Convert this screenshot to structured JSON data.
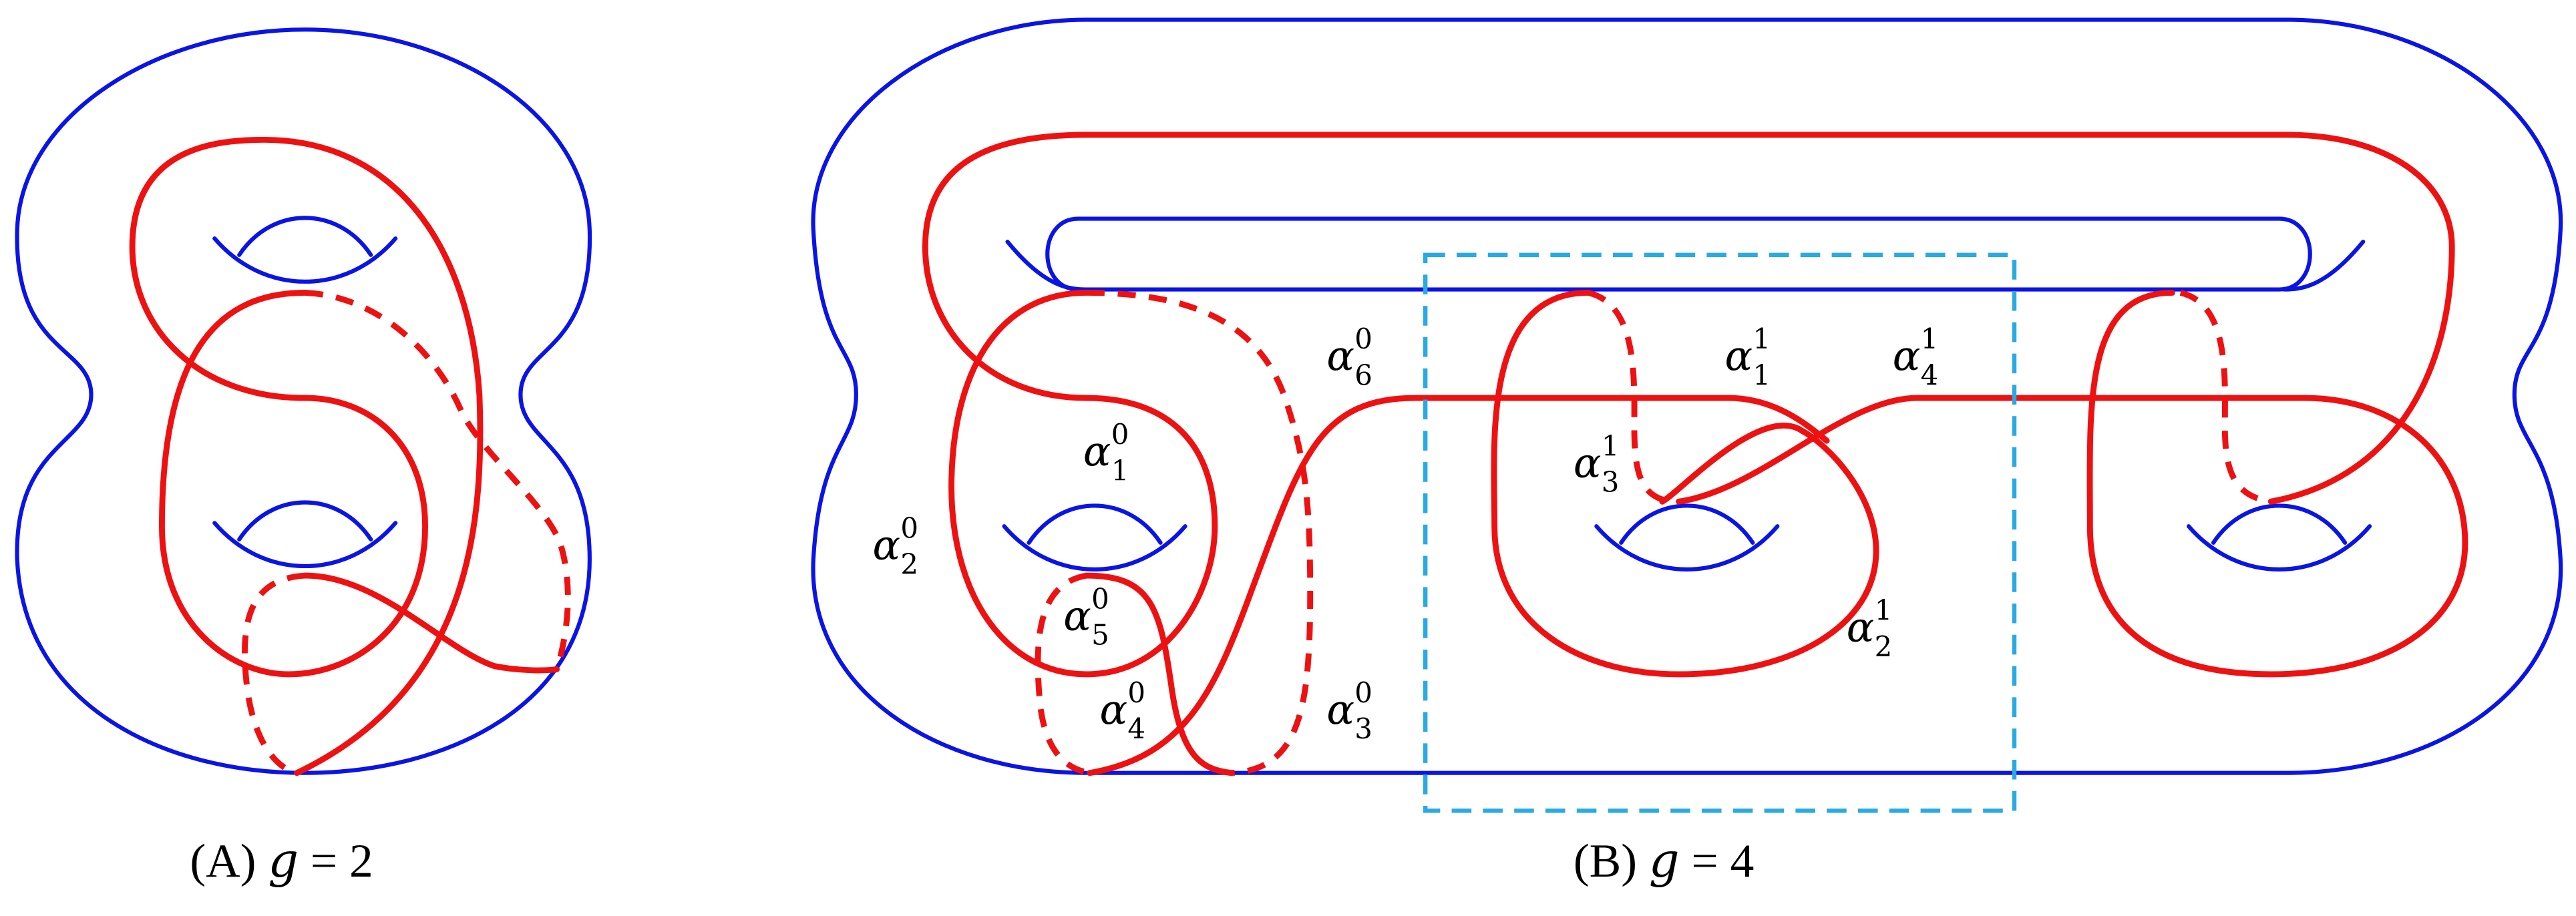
{
  "captions": {
    "a": {
      "prefix": "(A) ",
      "variable": "g",
      "rest": " = 2"
    },
    "b": {
      "prefix": "(B) ",
      "variable": "g",
      "rest": " = 4"
    }
  },
  "curve_labels": [
    {
      "base": "α",
      "sup": "0",
      "sub": "1"
    },
    {
      "base": "α",
      "sup": "0",
      "sub": "2"
    },
    {
      "base": "α",
      "sup": "0",
      "sub": "3"
    },
    {
      "base": "α",
      "sup": "0",
      "sub": "4"
    },
    {
      "base": "α",
      "sup": "0",
      "sub": "5"
    },
    {
      "base": "α",
      "sup": "0",
      "sub": "6"
    },
    {
      "base": "α",
      "sup": "1",
      "sub": "1"
    },
    {
      "base": "α",
      "sup": "1",
      "sub": "2"
    },
    {
      "base": "α",
      "sup": "1",
      "sub": "3"
    },
    {
      "base": "α",
      "sup": "1",
      "sub": "4"
    }
  ],
  "colors": {
    "surface": "#0a14e6",
    "curve": "#ee1111",
    "box": "#29aae2",
    "text": "#000000"
  }
}
